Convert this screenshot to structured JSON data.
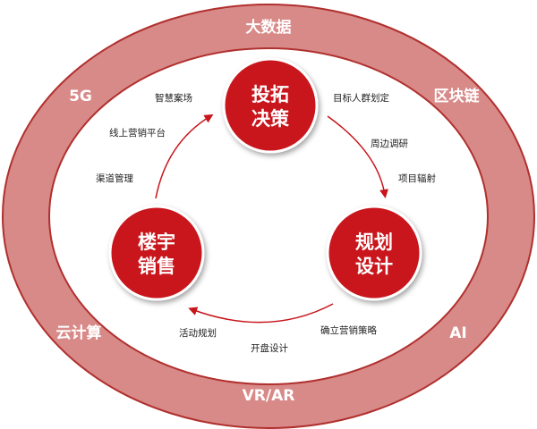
{
  "colors": {
    "outer_ring": "#d88a88",
    "ring_border": "#b0302e",
    "node_fill": "#c8141a",
    "node_border": "#ffffff",
    "arrow": "#c8141a",
    "inner_bg": "#ffffff",
    "label_text": "#222222"
  },
  "outer_ring_labels": {
    "top": "大数据",
    "upper_left": "5G",
    "upper_right": "区块链",
    "lower_left": "云计算",
    "lower_right": "AI",
    "bottom": "VR/AR"
  },
  "nodes": {
    "investment": {
      "line1": "投拓",
      "line2": "决策"
    },
    "planning": {
      "line1": "规划",
      "line2": "设计"
    },
    "sales": {
      "line1": "楼宇",
      "line2": "销售"
    }
  },
  "labels": {
    "smart_case_site": "智慧案场",
    "online_marketing_platform": "线上营销平台",
    "channel_management": "渠道管理",
    "target_audience": "目标人群划定",
    "surrounding_research": "周边调研",
    "project_radiation": "项目辐射",
    "marketing_strategy": "确立营销策略",
    "opening_design": "开盘设计",
    "event_planning": "活动规划"
  }
}
